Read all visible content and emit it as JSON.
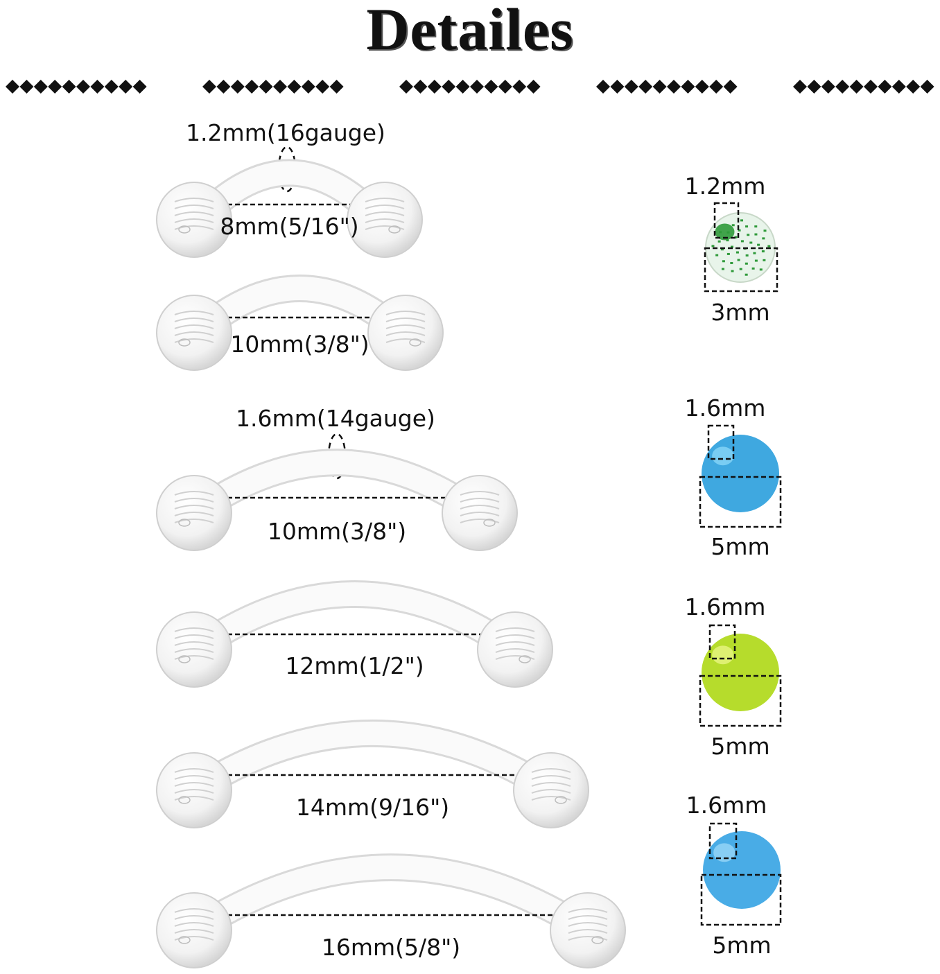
{
  "title": "Detailes",
  "bar_gauges": [
    "1.2mm(16gauge)",
    "1.6mm(14gauge)"
  ],
  "bars": [
    {
      "length": "8mm(5/16\")"
    },
    {
      "length": "10mm(3/8\")"
    },
    {
      "length": "10mm(3/8\")"
    },
    {
      "length": "12mm(1/2\")"
    },
    {
      "length": "14mm(9/16\")"
    },
    {
      "length": "16mm(5/8\")"
    }
  ],
  "balls": [
    {
      "thread": "1.2mm",
      "diameter": "3mm",
      "color": "#e8f4ea",
      "accent": "#2f9a3a"
    },
    {
      "thread": "1.6mm",
      "diameter": "5mm",
      "color": "#3fa8e0",
      "accent": "#7fd0f5"
    },
    {
      "thread": "1.6mm",
      "diameter": "5mm",
      "color": "#b6dc2c",
      "accent": "#e2f27a"
    },
    {
      "thread": "1.6mm",
      "diameter": "5mm",
      "color": "#49ace6",
      "accent": "#8fd2f5"
    }
  ]
}
